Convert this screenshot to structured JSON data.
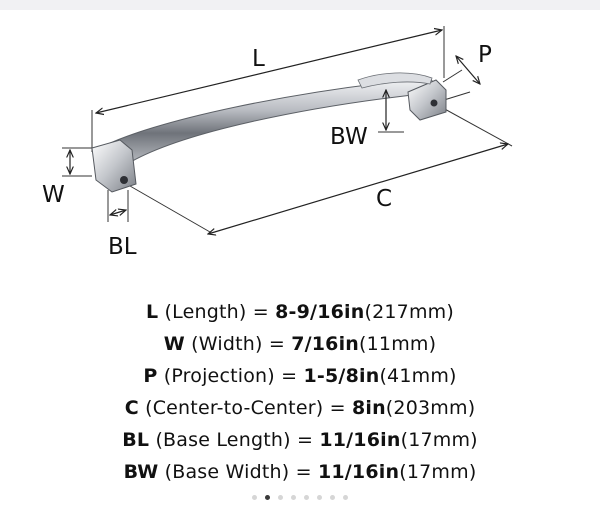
{
  "diagram": {
    "labels": {
      "L": "L",
      "P": "P",
      "BW": "BW",
      "W": "W",
      "C": "C",
      "BL": "BL"
    }
  },
  "specs": [
    {
      "code": "L",
      "name": " (Length) = ",
      "imperial": "8-9/16in",
      "metric": "(217mm)"
    },
    {
      "code": "W",
      "name": " (Width) = ",
      "imperial": "7/16in",
      "metric": "(11mm)"
    },
    {
      "code": "P",
      "name": " (Projection) = ",
      "imperial": "1-5/8in",
      "metric": "(41mm)"
    },
    {
      "code": "C",
      "name": " (Center-to-Center) = ",
      "imperial": "8in",
      "metric": "(203mm)"
    },
    {
      "code": "BL",
      "name": " (Base Length) = ",
      "imperial": "11/16in",
      "metric": "(17mm)"
    },
    {
      "code": "BW",
      "name": " (Base Width) = ",
      "imperial": "11/16in",
      "metric": "(17mm)"
    }
  ],
  "carousel": {
    "count": 8,
    "active_index": 1
  }
}
